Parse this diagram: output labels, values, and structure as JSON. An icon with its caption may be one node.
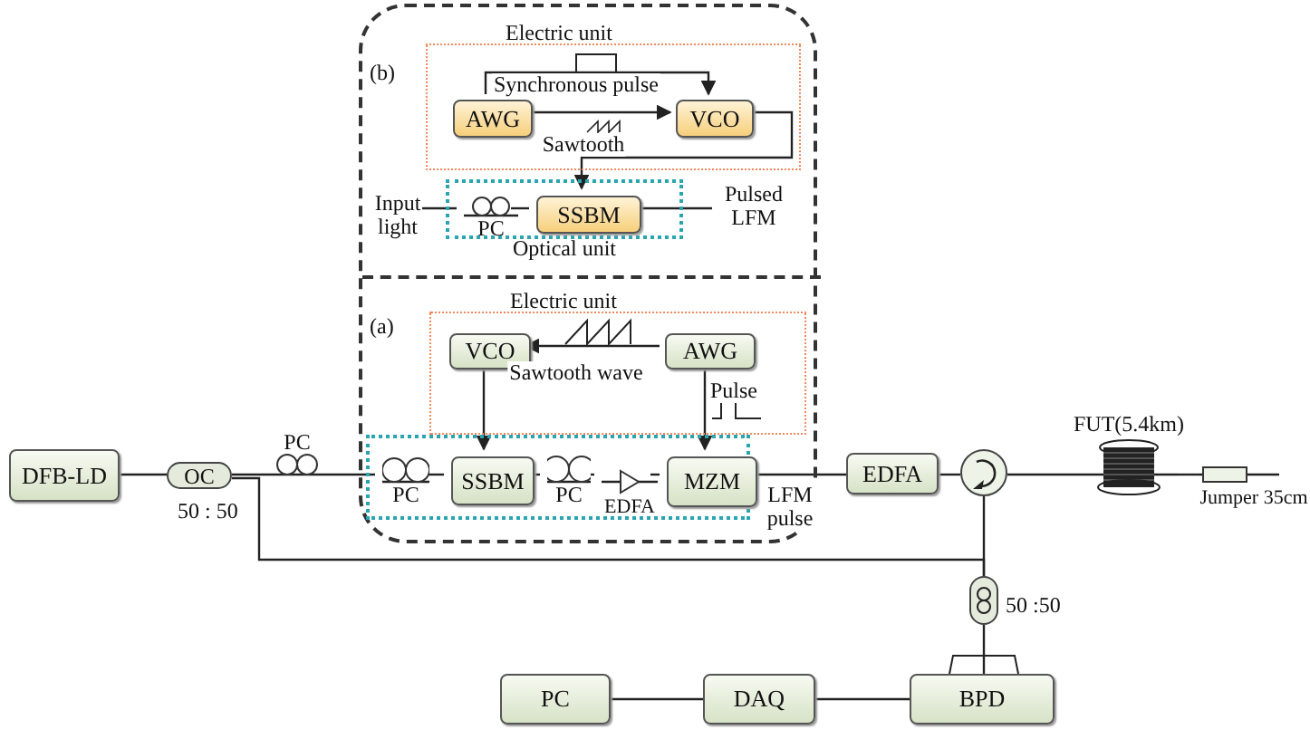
{
  "diagram": {
    "nodes": [
      {
        "text": [],
        "shape": "box"
      },
      {
        "text": [
          "(b)"
        ],
        "in": 0
      },
      {
        "text": [
          "(a)"
        ],
        "in": 0
      },
      {
        "text": [
          "Electric unit"
        ],
        "in": 1
      },
      {
        "text": [
          "AWG"
        ],
        "in": 3
      },
      {
        "text": [
          "VCO"
        ],
        "in": 3
      },
      {
        "text": [
          "Optical unit"
        ],
        "in": 1
      },
      {
        "text": [
          "PC"
        ],
        "in": 6
      },
      {
        "text": [
          "SSBM"
        ],
        "in": 6
      },
      {
        "text": [
          "Input light"
        ],
        "in": 1
      },
      {
        "text": [
          "Pulsed LFM"
        ],
        "in": 1
      },
      {
        "text": [
          "Electric unit"
        ],
        "in": 2
      },
      {
        "text": [
          "VCO"
        ],
        "in": 11
      },
      {
        "text": [
          "AWG"
        ],
        "in": 11
      },
      {
        "text": [],
        "shape": "box",
        "in": 2
      },
      {
        "text": [
          "PC"
        ],
        "in": 14
      },
      {
        "text": [
          "SSBM"
        ],
        "in": 14
      },
      {
        "text": [
          "PC"
        ],
        "in": 14
      },
      {
        "text": [
          "EDFA"
        ],
        "in": 14
      },
      {
        "text": [
          "MZM"
        ],
        "in": 14
      },
      {
        "text": [
          "DFB-LD"
        ]
      },
      {
        "text": [
          "OC"
        ],
        "beside": [
          "50 : 50"
        ]
      },
      {
        "text": [
          "PC"
        ]
      },
      {
        "text": [
          "EDFA"
        ]
      },
      {
        "text": [],
        "shape": "circle"
      },
      {
        "text": [
          "FUT(5.4km)"
        ]
      },
      {
        "text": [
          "Jumper 35cm"
        ]
      },
      {
        "text": [],
        "shape": "circle",
        "beside": [
          "50 :50"
        ]
      },
      {
        "text": [
          "BPD"
        ]
      },
      {
        "text": [
          "DAQ"
        ]
      },
      {
        "text": [
          "PC"
        ]
      }
    ],
    "edges": [
      {
        "from": 4,
        "to": 5,
        "arrow": "to",
        "label": "Synchronous pulse"
      },
      {
        "from": 4,
        "to": 5,
        "arrow": "to",
        "label": "Sawtooth"
      },
      {
        "from": 5,
        "to": 8,
        "arrow": "to"
      },
      {
        "from": 9,
        "to": 7,
        "arrow": "none"
      },
      {
        "from": 7,
        "to": 8,
        "arrow": "none"
      },
      {
        "from": 8,
        "to": 10,
        "arrow": "none"
      },
      {
        "from": 13,
        "to": 12,
        "arrow": "to",
        "label": "Sawtooth wave"
      },
      {
        "from": 12,
        "to": 16,
        "arrow": "to"
      },
      {
        "from": 13,
        "to": 19,
        "arrow": "to",
        "label": "Pulse"
      },
      {
        "from": 15,
        "to": 16,
        "arrow": "none"
      },
      {
        "from": 16,
        "to": 17,
        "arrow": "none"
      },
      {
        "from": 17,
        "to": 18,
        "arrow": "none"
      },
      {
        "from": 18,
        "to": 19,
        "arrow": "none"
      },
      {
        "from": 20,
        "to": 21,
        "arrow": "none"
      },
      {
        "from": 21,
        "to": 22,
        "arrow": "none"
      },
      {
        "from": 22,
        "to": 15,
        "arrow": "none"
      },
      {
        "from": 19,
        "to": 23,
        "arrow": "none",
        "label": "LFM pulse"
      },
      {
        "from": 23,
        "to": 24,
        "arrow": "none"
      },
      {
        "from": 24,
        "to": 25,
        "arrow": "none"
      },
      {
        "from": 25,
        "to": 26,
        "arrow": "none"
      },
      {
        "from": 24,
        "to": 27,
        "arrow": "none"
      },
      {
        "from": 21,
        "to": 27,
        "arrow": "none"
      },
      {
        "from": 27,
        "to": 28,
        "arrow": "none"
      },
      {
        "from": 30,
        "to": 29,
        "arrow": "none"
      },
      {
        "from": 29,
        "to": 28,
        "arrow": "none"
      }
    ]
  }
}
